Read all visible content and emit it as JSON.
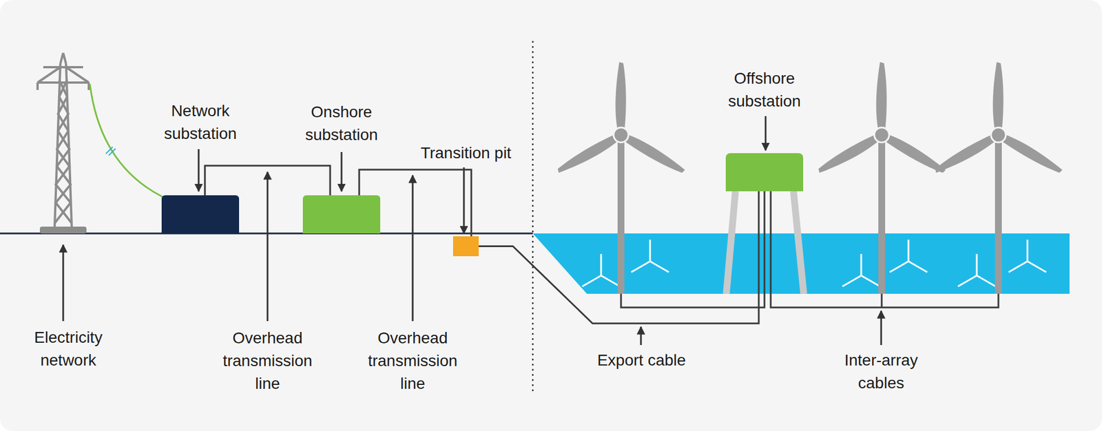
{
  "diagram": {
    "nodes": [
      {
        "text": [
          "Network substation"
        ]
      },
      {
        "text": [
          "Onshore substation"
        ]
      },
      {
        "text": [
          "Transition pit"
        ]
      },
      {
        "text": [
          "Offshore substation"
        ]
      }
    ],
    "edges": [
      {
        "from": 0,
        "to": 1,
        "arrow": "none"
      },
      {
        "from": 1,
        "to": 2,
        "arrow": "none"
      },
      {
        "from": 2,
        "to": 3,
        "arrow": "none"
      }
    ],
    "labels": [
      "Electricity network",
      "Overhead transmission line",
      "Overhead transmission line",
      "Export cable",
      "Inter-array cables"
    ]
  }
}
